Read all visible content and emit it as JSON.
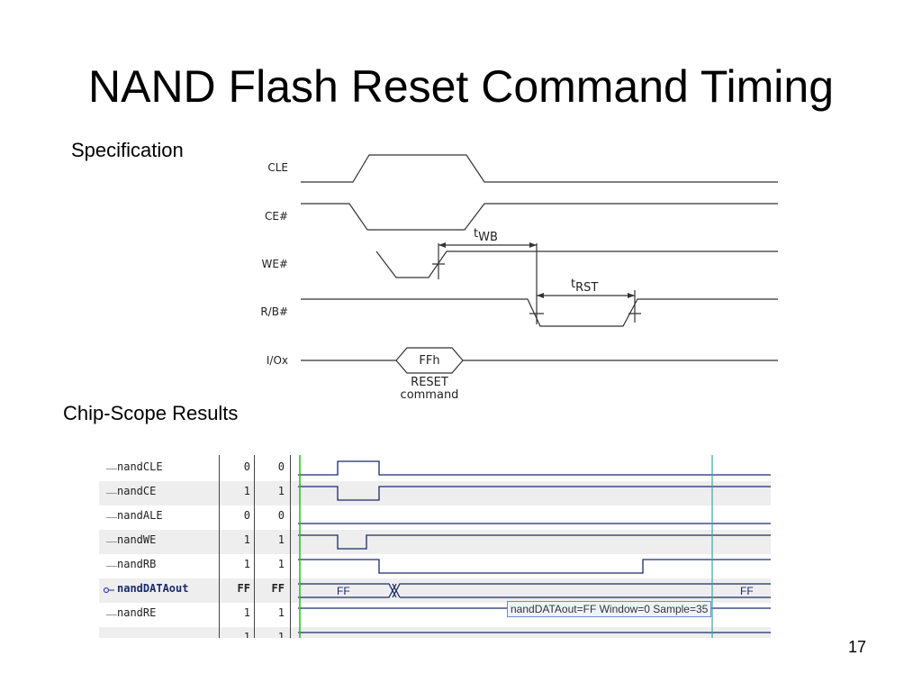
{
  "title": "NAND Flash Reset Command Timing",
  "spec_label": "Specification",
  "chipscope_label": "Chip-Scope Results",
  "page_number": "17",
  "spec_diagram": {
    "signals": [
      "CLE",
      "CE#",
      "WE#",
      "R/B#",
      "I/Ox"
    ],
    "bus_value": "FFh",
    "bus_caption_line1": "RESET",
    "bus_caption_line2": "command",
    "twb_t": "t",
    "twb_sub": "WB",
    "trst_t": "t",
    "trst_sub": "RST"
  },
  "chipscope": {
    "rows": [
      {
        "name": "nandCLE",
        "v1": "0",
        "v2": "0"
      },
      {
        "name": "nandCE",
        "v1": "1",
        "v2": "1"
      },
      {
        "name": "nandALE",
        "v1": "0",
        "v2": "0"
      },
      {
        "name": "nandWE",
        "v1": "1",
        "v2": "1"
      },
      {
        "name": "nandRB",
        "v1": "1",
        "v2": "1"
      },
      {
        "name": "nandDATAout",
        "v1": "FF",
        "v2": "FF"
      },
      {
        "name": "nandRE",
        "v1": "1",
        "v2": "1"
      },
      {
        "name": "",
        "v1": "1",
        "v2": "1"
      }
    ],
    "bus_left_value": "FF",
    "bus_right_value": "FF",
    "tooltip": "nandDATAout=FF  Window=0 Sample=35"
  }
}
